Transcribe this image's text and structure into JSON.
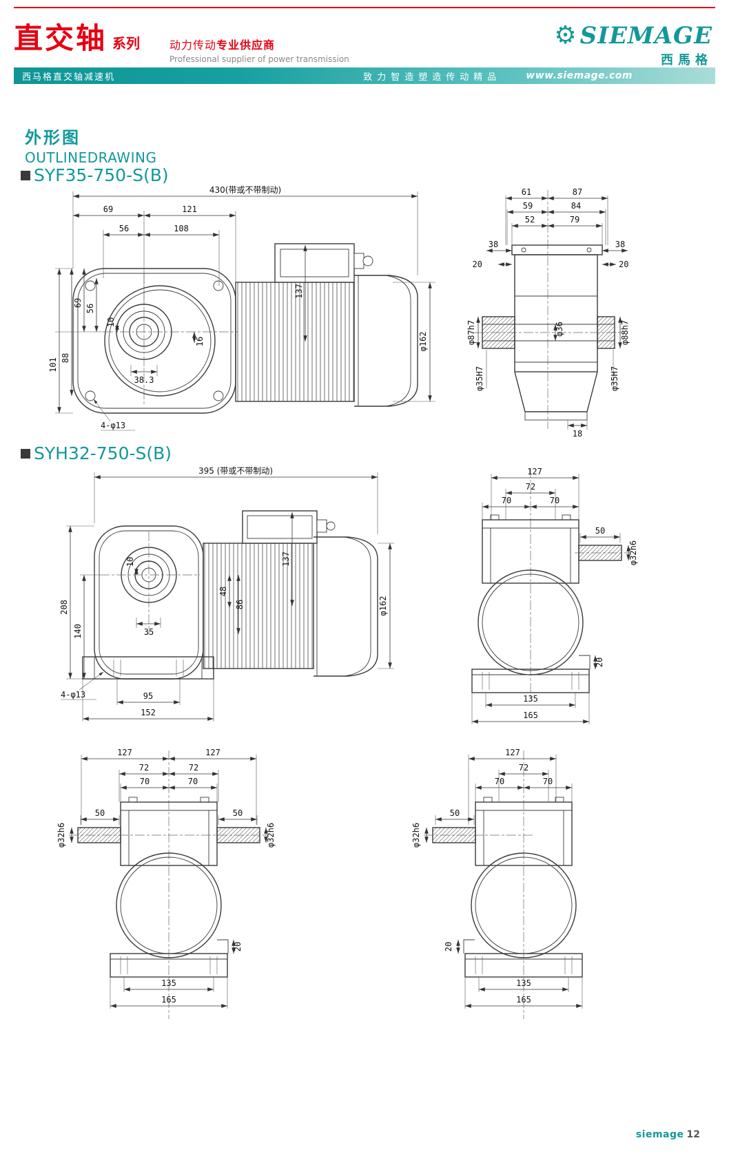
{
  "header": {
    "series_cn": "直交轴",
    "series_suffix": "系列",
    "tagline_cn_regular": "动力传动",
    "tagline_cn_bold": "专业供应商",
    "tagline_en": "Professional supplier of power transmission",
    "bar_product": "西马格直交轴减速机",
    "bar_slogan": "致力智造塑造传动精品",
    "bar_url": "www.siemage.com",
    "logo_text": "SIEMAGE",
    "logo_cn": "西馬格"
  },
  "icons": {
    "logo_gear": "gear-icon"
  },
  "section": {
    "title_cn": "外形图",
    "title_en": "OUTLINEDRAWING",
    "model_1": "SYF35-750-S(B)",
    "model_2": "SYH32-750-S(B)"
  },
  "footer": {
    "brand": "siemage",
    "page": "12"
  },
  "syf35_front": {
    "total": "430(带或不带制动)",
    "d69": "69",
    "d121": "121",
    "d56": "56",
    "d108": "108",
    "v101": "101",
    "v88": "88",
    "v69": "69",
    "v56": "56",
    "v10": "10",
    "v16": "16",
    "d38_3": "38.3",
    "holes": "4-φ13",
    "v137": "137",
    "dia162": "φ162"
  },
  "syf35_side": {
    "d61": "61",
    "d87": "87",
    "d59": "59",
    "d84": "84",
    "d52": "52",
    "d79": "79",
    "d38_left": "38",
    "d38_right": "38",
    "d20_left": "20",
    "d20_right": "20",
    "dia87h7": "φ87h7",
    "dia36": "φ36",
    "dia88h7": "φ88h7",
    "dia35H7_left": "φ35H7",
    "dia35H7_right": "φ35H7",
    "d18": "18"
  },
  "syh32_front": {
    "total": "395 (带或不带制动)",
    "v137": "137",
    "dia162": "φ162",
    "v208": "208",
    "v140": "140",
    "v10": "10",
    "d35": "35",
    "v48": "48",
    "v86": "86",
    "holes": "4-φ13",
    "d95": "95",
    "d152": "152"
  },
  "syh32_side": {
    "d127": "127",
    "d72": "72",
    "d70_left": "70",
    "d70_right": "70",
    "d50": "50",
    "dia32h6": "φ32h6",
    "v20": "20",
    "d135": "135",
    "d165": "165"
  },
  "bottom_left": {
    "d127_left": "127",
    "d127_right": "127",
    "d72_left": "72",
    "d72_right": "72",
    "d70_left": "70",
    "d70_right": "70",
    "d50_left": "50",
    "d50_right": "50",
    "dia32h6_left": "φ32h6",
    "dia32h6_right": "φ32h6",
    "v20": "20",
    "d135": "135",
    "d165": "165"
  },
  "bottom_right": {
    "d127": "127",
    "d72": "72",
    "d70_left": "70",
    "d70_right": "70",
    "d50": "50",
    "dia32h6": "φ32h6",
    "v20": "20",
    "d135": "135",
    "d165": "165"
  }
}
